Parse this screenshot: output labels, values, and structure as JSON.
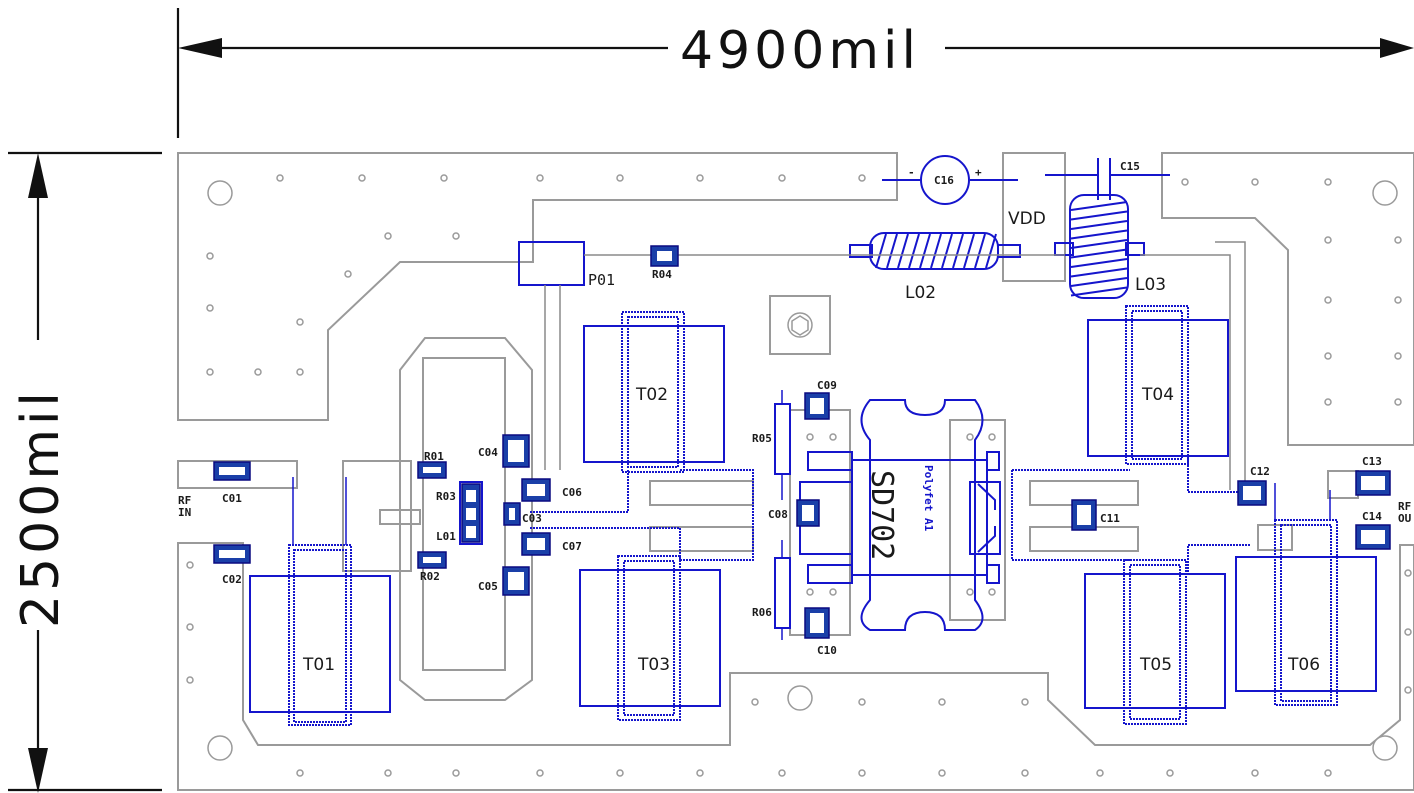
{
  "dimensions": {
    "width_label": "4900mil",
    "height_label": "2500mil"
  },
  "labels": {
    "rf_in": [
      "RF",
      "IN"
    ],
    "rf_out": [
      "RF",
      "OU"
    ],
    "vdd": "VDD",
    "chip": "SD702",
    "chip_brand": "Polyfet A1"
  },
  "components": {
    "transformers": [
      "T01",
      "T02",
      "T03",
      "T04",
      "T05",
      "T06"
    ],
    "inductors": [
      "L01",
      "L02",
      "L03"
    ],
    "resistors": [
      "R01",
      "R02",
      "R03",
      "R04",
      "R05",
      "R06"
    ],
    "capacitors": [
      "C01",
      "C02",
      "C03",
      "C04",
      "C05",
      "C06",
      "C07",
      "C08",
      "C09",
      "C10",
      "C11",
      "C12",
      "C13",
      "C14",
      "C15",
      "C16"
    ],
    "pot": "P01"
  },
  "colors": {
    "copper": "#1515cc",
    "outline": "#9a9a9a",
    "dimension": "#111111"
  }
}
